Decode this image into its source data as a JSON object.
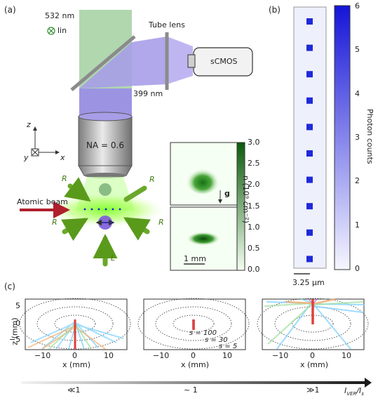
{
  "panels": {
    "a": "(a)",
    "b": "(b)",
    "c": "(c)"
  },
  "panel_a": {
    "laser_wavelength": "532 nm",
    "polarization": "lin",
    "tube_lens": "Tube lens",
    "camera": "sCMOS",
    "fluorescence_wavelength": "399 nm",
    "objective_na": "NA = 0.6",
    "axis_z": "z",
    "axis_y": "y",
    "axis_x": "x",
    "atomic_beam": "Atomic beam",
    "beam_R": "R",
    "beam_L": "L",
    "gravity": "g",
    "scalebar": "1 mm",
    "colorbar_label": "n (10⁹ cm⁻²)",
    "colorbar_ticks": [
      "3.0",
      "2.5",
      "2.0",
      "1.5",
      "1.0",
      "0.5",
      "0.0"
    ],
    "colorbar_color": "#0a5a0a"
  },
  "panel_b": {
    "colorbar_label": "Photon counts",
    "colorbar_ticks": [
      "6",
      "5",
      "4",
      "3",
      "2",
      "1",
      "0"
    ],
    "scalebar": "3.25 μm",
    "sites": 10,
    "colorbar_color": "#1414d8"
  },
  "panel_c": {
    "ylabel": "z (mm)",
    "xlabel": "x (mm)",
    "x_ticks": [
      "−10",
      "0",
      "10"
    ],
    "y_ticks": [
      "5",
      "0",
      "−5"
    ],
    "annotations": [
      "s = 100",
      "s = 30",
      "s = 5"
    ],
    "regimes": [
      "≪1",
      "~ 1",
      "≫1"
    ],
    "axis_label": "I_VER / I_s",
    "axis_label_main": "I",
    "axis_label_sub1": "VER",
    "axis_label_sub2": "s"
  }
}
